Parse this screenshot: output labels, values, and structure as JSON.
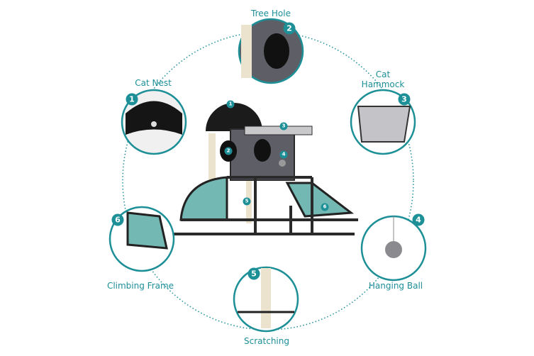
{
  "features": [
    {
      "num": "1",
      "label": "Cat Nest"
    },
    {
      "num": "2",
      "label": "Tree Hole"
    },
    {
      "num": "3",
      "label": "Cat Hammock"
    },
    {
      "num": "4",
      "label": "Hanging Ball"
    },
    {
      "num": "5",
      "label": "Scratching"
    },
    {
      "num": "6",
      "label": "Climbing Frame"
    }
  ],
  "hammock_label_line1": "Cat",
  "hammock_label_line2": "Hammock",
  "colors": {
    "accent": "#1d8f97",
    "fabric": "#6fb3b0",
    "frame": "#2a2a2a",
    "gray": "#6b6b70"
  }
}
